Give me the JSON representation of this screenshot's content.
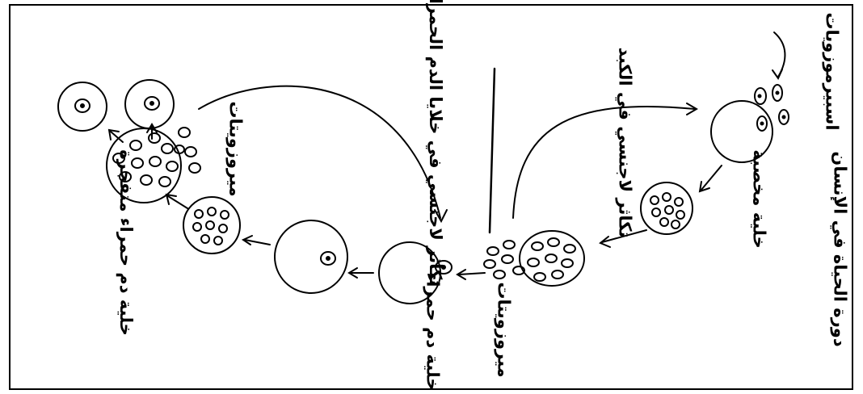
{
  "diagram": {
    "labels": {
      "title": "دورة الحياة في الإنسان",
      "spermatozoa_entering": "اسبيرموزويات",
      "fertilized_egg": "خلية مخصبة",
      "multiplication_in_uterus": "تكاثر لاجنسي في الكبد",
      "spermatozoa_middle": "ميروزويتات",
      "red_cell": "خلية دم حمراء",
      "multiplication_in_red_cells": "تكاثر لاجنسي في خلايا الدم الحمراء",
      "merozoites_left": "ميروزويتات",
      "infected_red_cell": "خلية دم حمراء متفجرة"
    },
    "colors": {
      "ink": "#000000",
      "background": "#ffffff"
    }
  }
}
